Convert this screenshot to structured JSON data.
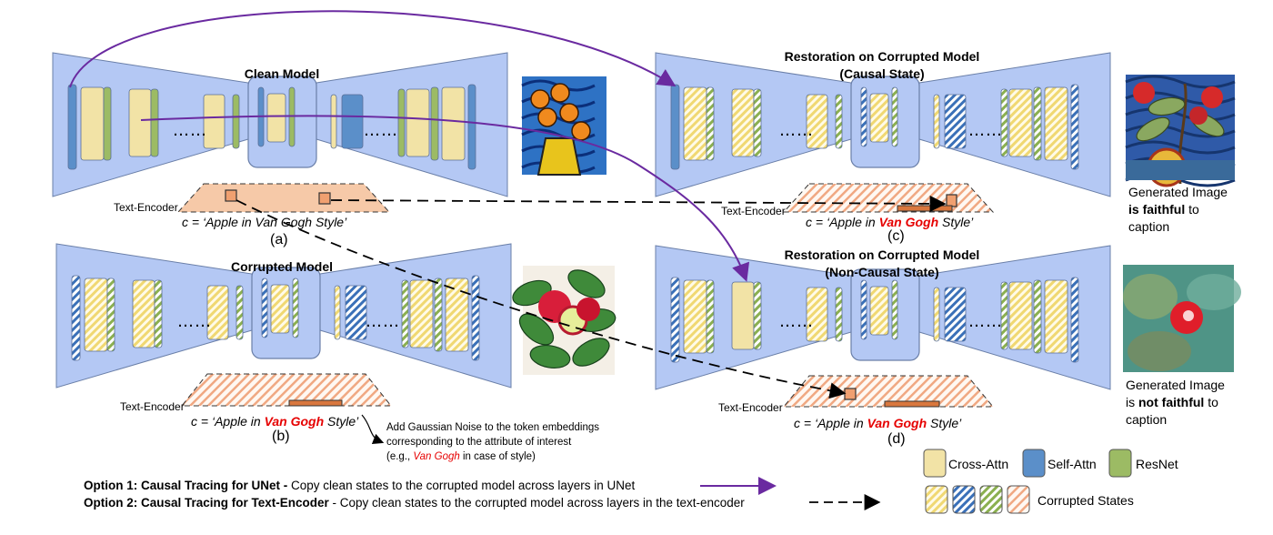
{
  "panels": {
    "a": {
      "title": "Clean Model",
      "caption_prefix": "c = ‘Apple in Van Gogh Style’",
      "label": "(a)",
      "text_encoder": "Text-Encoder"
    },
    "b": {
      "title": "Corrupted Model",
      "caption_prefix": "c = ‘Apple in ",
      "caption_red": "Van Gogh",
      "caption_suffix": " Style’",
      "label": "(b)",
      "text_encoder": "Text-Encoder"
    },
    "c": {
      "title_line1": "Restoration on Corrupted Model",
      "title_line2": "(Causal State)",
      "caption_prefix": "c = ‘Apple in ",
      "caption_red": "Van Gogh",
      "caption_suffix": " Style’",
      "label": "(c)",
      "text_encoder": "Text-Encoder"
    },
    "d": {
      "title_line1": "Restoration on Corrupted Model",
      "title_line2": "(Non-Causal State)",
      "caption_prefix": "c = ‘Apple in ",
      "caption_red": "Van Gogh",
      "caption_suffix": " Style’",
      "label": "(d)",
      "text_encoder": "Text-Encoder"
    }
  },
  "dots": "……",
  "noise_note": {
    "line1": "Add Gaussian Noise to the token embeddings",
    "line2": "corresponding to the attribute of interest",
    "line3_prefix": "(e.g., ",
    "line3_red": "Van Gogh",
    "line3_suffix": " in case of style)"
  },
  "generated": {
    "c": {
      "line1": "Generated Image",
      "bold": "is faithful",
      "rest": " to caption"
    },
    "d": {
      "line1": "Generated Image",
      "pre": "is ",
      "bold": "not faithful",
      "rest": " to caption"
    }
  },
  "options": {
    "opt1_bold": "Option 1: Causal Tracing for UNet -",
    "opt1_text": " Copy clean states to the corrupted model across layers in UNet",
    "opt2_bold": "Option 2",
    "opt2_bold2": ": Causal Tracing for Text-Encoder",
    "opt2_text": " - Copy clean states to the corrupted model across layers in the text-encoder"
  },
  "legend": {
    "cross_attn": "Cross-Attn",
    "self_attn": "Self-Attn",
    "resnet": "ResNet",
    "corrupted": "Corrupted States"
  },
  "colors": {
    "unet_bg": "#b4c8f4",
    "cross_attn": "#f2e3a6",
    "self_attn": "#5b8fc9",
    "resnet": "#9cbb64",
    "text_encoder": "#f6c9a8",
    "arrow_unet": "#6a2aa0",
    "red_text": "#e60000"
  }
}
